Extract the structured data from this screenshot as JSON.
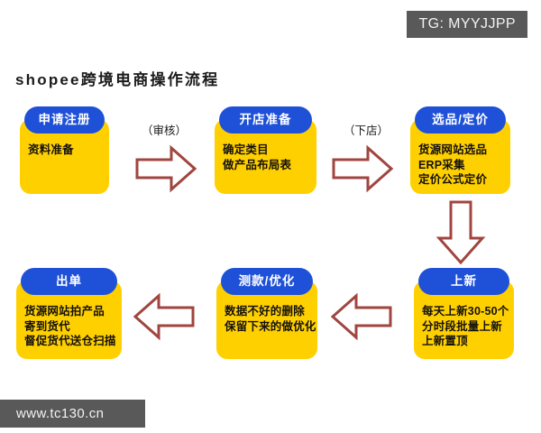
{
  "page": {
    "title": "shopee跨境电商操作流程",
    "background_color": "#ffffff"
  },
  "watermarks": {
    "telegram": "TG: MYYJJPP",
    "site": "www.tc130.cn",
    "background_color": "#595959",
    "text_color": "#f2f2f2"
  },
  "theme": {
    "header_color": "#1f51d8",
    "body_color": "#ffd000",
    "arrow_color": "#a0453f",
    "text_color": "#14110d"
  },
  "chart_data": {
    "type": "diagram",
    "title": "shopee跨境电商操作流程",
    "layout": "serpentine flowchart, 3 columns x 2 rows",
    "nodes": [
      {
        "id": "node-1",
        "order": 1,
        "header": "申请注册",
        "lines": [
          "资料准备"
        ]
      },
      {
        "id": "node-2",
        "order": 2,
        "header": "开店准备",
        "lines": [
          "确定类目",
          "做产品布局表"
        ]
      },
      {
        "id": "node-3",
        "order": 3,
        "header": "选品/定价",
        "lines": [
          "货源网站选品",
          "ERP采集",
          "定价公式定价"
        ]
      },
      {
        "id": "node-4",
        "order": 4,
        "header": "上新",
        "lines": [
          "每天上新30-50个",
          "分时段批量上新",
          "上新置顶"
        ]
      },
      {
        "id": "node-5",
        "order": 5,
        "header": "测款/优化",
        "lines": [
          "数据不好的删除",
          "保留下来的做优化"
        ]
      },
      {
        "id": "node-6",
        "order": 6,
        "header": "出单",
        "lines": [
          "货源网站拍产品",
          "寄到货代",
          "督促货代送仓扫描"
        ]
      }
    ],
    "edges": [
      {
        "id": "arrow-1",
        "from": "node-1",
        "to": "node-2",
        "direction": "right",
        "label": "（审核）"
      },
      {
        "id": "arrow-2",
        "from": "node-2",
        "to": "node-3",
        "direction": "right",
        "label": "（下店）"
      },
      {
        "id": "arrow-3",
        "from": "node-3",
        "to": "node-4",
        "direction": "down",
        "label": ""
      },
      {
        "id": "arrow-4",
        "from": "node-4",
        "to": "node-5",
        "direction": "left",
        "label": ""
      },
      {
        "id": "arrow-5",
        "from": "node-5",
        "to": "node-6",
        "direction": "left",
        "label": ""
      }
    ]
  }
}
